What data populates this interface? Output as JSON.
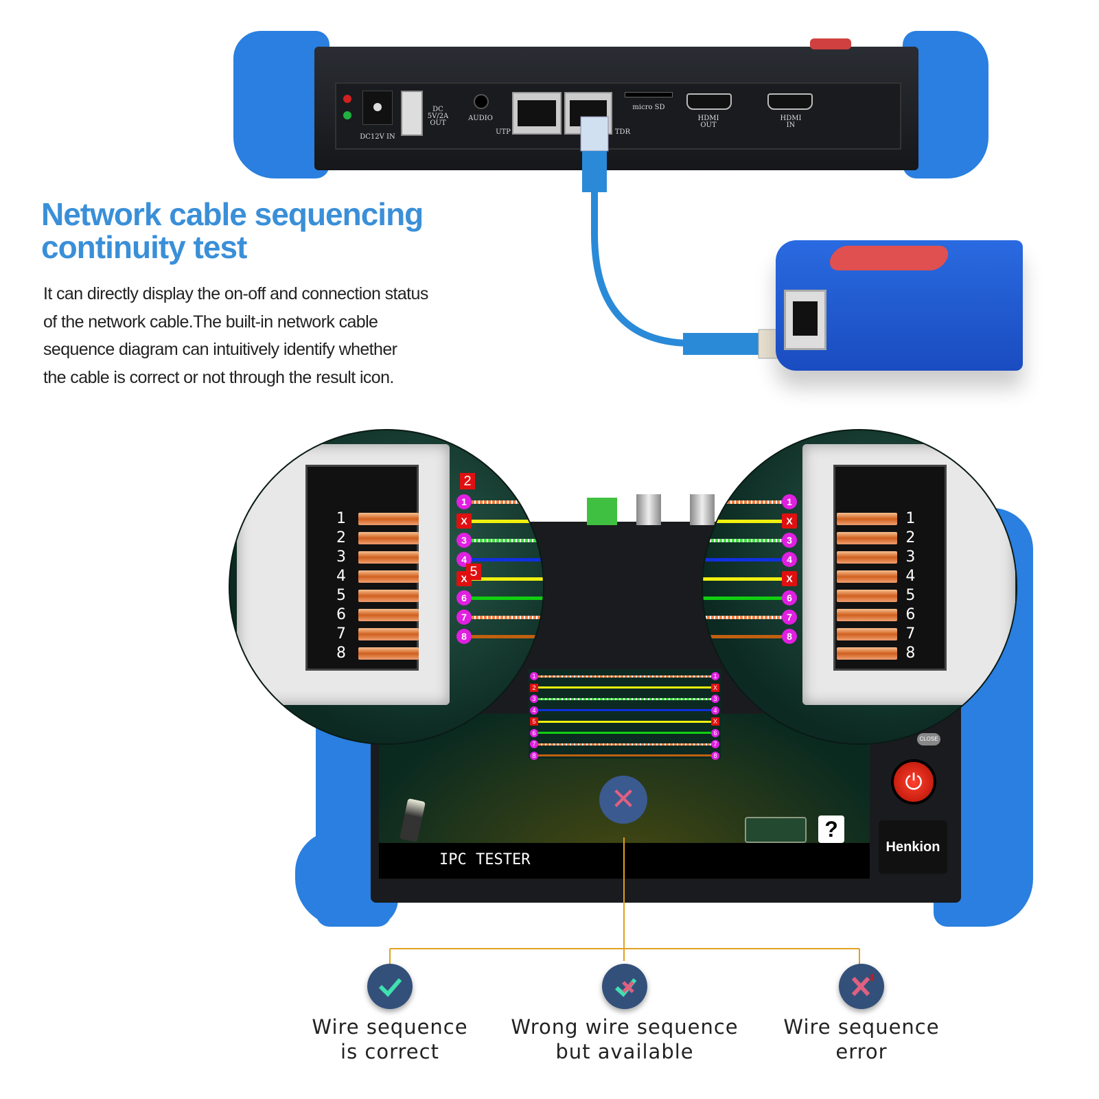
{
  "heading": {
    "line1": "Network cable sequencing",
    "line2": "continuity test"
  },
  "description": [
    "It can directly display the on-off and connection status",
    "of the network cable.The built-in network cable",
    "sequence diagram can intuitively identify whether",
    "the cable is correct or not through the result icon."
  ],
  "device_ports": {
    "dc_in": "DC12V IN",
    "dc_out": [
      "DC",
      "5V/2A",
      "OUT"
    ],
    "audio": "AUDIO",
    "utp": "UTP",
    "tdr": "TDR",
    "micro_sd": "micro SD",
    "hdmi_out": [
      "HDMI",
      "OUT"
    ],
    "hdmi_in": [
      "HDMI",
      "IN"
    ]
  },
  "screen": {
    "app_title": "IPC TESTER",
    "help_button": "?",
    "close_label": "CLOSE",
    "brand": "Henkion"
  },
  "zoom_labels": {
    "left_badge_top": "2",
    "left_badge_mid": "5"
  },
  "pins": [
    "1",
    "2",
    "3",
    "4",
    "5",
    "6",
    "7",
    "8"
  ],
  "wires": [
    {
      "pin": "1",
      "color": "#f08040",
      "pattern": "dashed",
      "left_ok": true,
      "right_ok": true
    },
    {
      "pin": "2",
      "color": "#f0f010",
      "pattern": "solid",
      "left_ok": false,
      "right_ok": false
    },
    {
      "pin": "3",
      "color": "#40e040",
      "pattern": "dashed",
      "left_ok": true,
      "right_ok": true
    },
    {
      "pin": "4",
      "color": "#1030e0",
      "pattern": "solid",
      "left_ok": true,
      "right_ok": true
    },
    {
      "pin": "5",
      "color": "#f0f010",
      "pattern": "solid",
      "left_ok": false,
      "right_ok": false
    },
    {
      "pin": "6",
      "color": "#10d010",
      "pattern": "solid",
      "left_ok": true,
      "right_ok": true
    },
    {
      "pin": "7",
      "color": "#f08040",
      "pattern": "dashed",
      "left_ok": true,
      "right_ok": true
    },
    {
      "pin": "8",
      "color": "#c06010",
      "pattern": "solid",
      "left_ok": true,
      "right_ok": true
    }
  ],
  "results": [
    {
      "icon": "check-icon",
      "line1": "Wire sequence",
      "line2": "is correct"
    },
    {
      "icon": "check-cross-icon",
      "line1": "Wrong wire sequence",
      "line2": "but available"
    },
    {
      "icon": "cross-icon",
      "line1": "Wire sequence",
      "line2": "error"
    }
  ],
  "colors": {
    "accent": "#3a8fd8",
    "bumper": "#2a7fe0",
    "connector": "#e0a020",
    "power": "#e02010"
  }
}
